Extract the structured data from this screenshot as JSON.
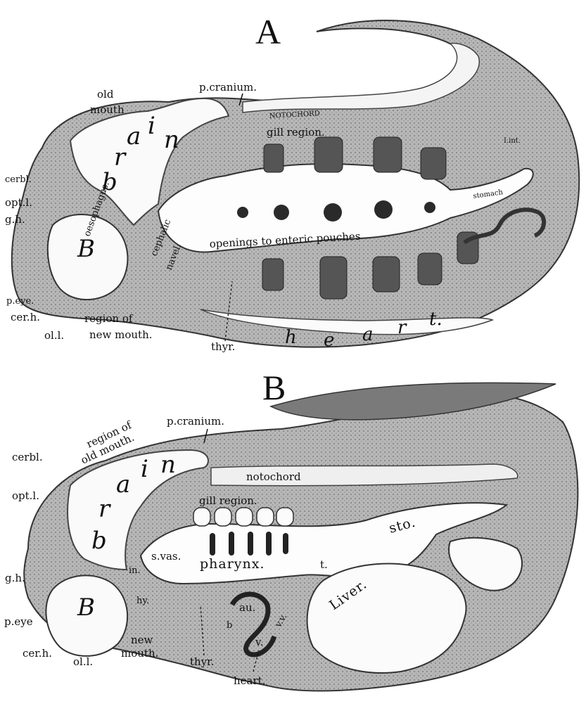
{
  "panels": {
    "a": {
      "letter": "A",
      "labels": {
        "p_cranium": "p.cranium.",
        "old_mouth_1": "old",
        "old_mouth_2": "mouth",
        "notochord": "NOTOCHORD",
        "gill_region": "gill region.",
        "lint": "I.int.",
        "stomach": "stomach",
        "oesophagus": "oesophagus.",
        "brain_letters": [
          "b",
          "r",
          "a",
          "i",
          "n"
        ],
        "cerbl": "cerbl.",
        "optl": "opt.l.",
        "gh": "g.h.",
        "B": "B",
        "cephalic_navel_1": "cephalic",
        "cephalic_navel_2": "navel.",
        "openings": "openings to enteric pouches",
        "peye": "p.eye.",
        "cerh": "cer.h.",
        "oll": "ol.l.",
        "region_of": "region of",
        "new_mouth": "new mouth.",
        "thyr": "thyr.",
        "heart_letters": [
          "h",
          "e",
          "a",
          "r",
          "t."
        ]
      }
    },
    "b": {
      "letter": "B",
      "labels": {
        "region_of": "region of",
        "old_mouth": "old mouth.",
        "p_cranium": "p.cranium.",
        "notochord": "notochord",
        "gill_region": "gill region.",
        "cerbl": "cerbl.",
        "optl": "opt.l.",
        "brain_letters": [
          "b",
          "r",
          "a",
          "i",
          "n"
        ],
        "in": "in.",
        "svas": "s.vas.",
        "pharynx": "pharynx.",
        "sto": "sto.",
        "liver": "Liver.",
        "t": "t.",
        "gh": "g.h.",
        "hy": "hy.",
        "peye": "p.eye",
        "B": "B",
        "cerh": "cer.h.",
        "oll": "ol.l.",
        "new_mouth_1": "new",
        "new_mouth_2": "mouth.",
        "thyr": "thyr.",
        "au": "au.",
        "b": "b",
        "v": "v.",
        "vv": "v.v.",
        "heart": "heart."
      }
    }
  }
}
